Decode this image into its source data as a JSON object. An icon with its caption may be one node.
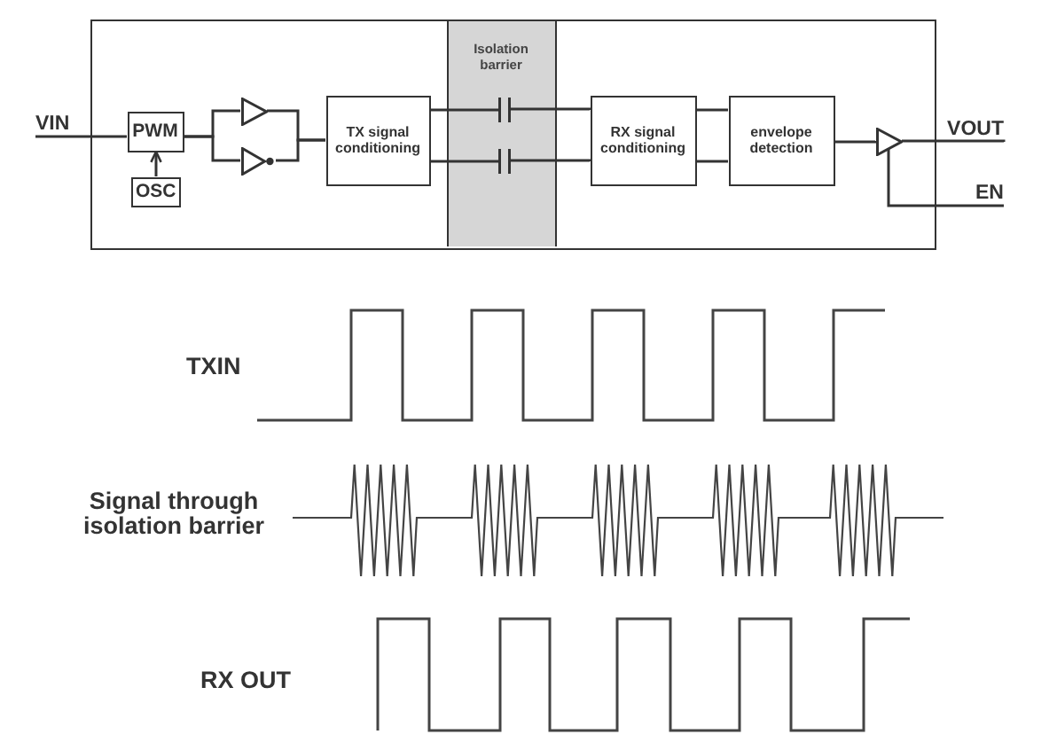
{
  "diagram": {
    "nodes": [
      {
        "text": [
          "VIN"
        ]
      },
      {
        "text": [],
        "shape": "box"
      },
      {
        "text": [
          "PWM"
        ],
        "in": 1
      },
      {
        "text": [
          "OSC"
        ],
        "in": 1
      },
      {
        "text": [],
        "shape": "triangle",
        "in": 1
      },
      {
        "text": [],
        "shape": "triangle",
        "in": 1
      },
      {
        "text": [
          "TX signal conditioning"
        ],
        "in": 1
      },
      {
        "text": [
          "Isolation barrier"
        ],
        "in": 1
      },
      {
        "text": [],
        "shape": "capacitor",
        "in": 7
      },
      {
        "text": [],
        "shape": "capacitor",
        "in": 7
      },
      {
        "text": [
          "RX signal conditioning"
        ],
        "in": 1
      },
      {
        "text": [
          "envelope detection"
        ],
        "in": 1
      },
      {
        "text": [],
        "shape": "triangle",
        "in": 1
      },
      {
        "text": [
          "VOUT"
        ]
      },
      {
        "text": [
          "EN"
        ]
      }
    ],
    "edges": [
      {
        "from": 0,
        "to": 2,
        "arrow": "none"
      },
      {
        "from": 3,
        "to": 2,
        "arrow": "to"
      },
      {
        "from": 2,
        "to": 4,
        "arrow": "none"
      },
      {
        "from": 2,
        "to": 5,
        "arrow": "none"
      },
      {
        "from": 4,
        "to": 6,
        "arrow": "none"
      },
      {
        "from": 5,
        "to": 6,
        "arrow": "none"
      },
      {
        "from": 6,
        "to": 8,
        "arrow": "none"
      },
      {
        "from": 6,
        "to": 9,
        "arrow": "none"
      },
      {
        "from": 8,
        "to": 10,
        "arrow": "none"
      },
      {
        "from": 9,
        "to": 10,
        "arrow": "none"
      },
      {
        "from": 10,
        "to": 11,
        "arrow": "none"
      },
      {
        "from": 10,
        "to": 11,
        "arrow": "none"
      },
      {
        "from": 11,
        "to": 12,
        "arrow": "none"
      },
      {
        "from": 12,
        "to": 13,
        "arrow": "none"
      },
      {
        "from": 14,
        "to": 12,
        "arrow": "none"
      }
    ],
    "labels": [
      "TXIN",
      "Signal through isolation barrier",
      "RX OUT"
    ]
  }
}
